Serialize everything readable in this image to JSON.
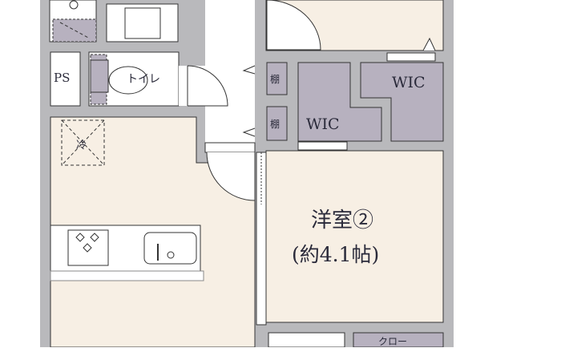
{
  "floorplan": {
    "rooms": {
      "ps": "PS",
      "toilet": "トイレ",
      "fridge": "冷",
      "shelf1": "棚",
      "shelf2": "棚",
      "wic1": "WIC",
      "wic2": "WIC",
      "western_room_name": "洋室②",
      "western_room_size": "(約4.1帖)",
      "closet": "クロー"
    },
    "colors": {
      "wall": "#b9b9bc",
      "floor": "#f7efe4",
      "storage": "#b7b1bf",
      "line": "#333333"
    }
  }
}
